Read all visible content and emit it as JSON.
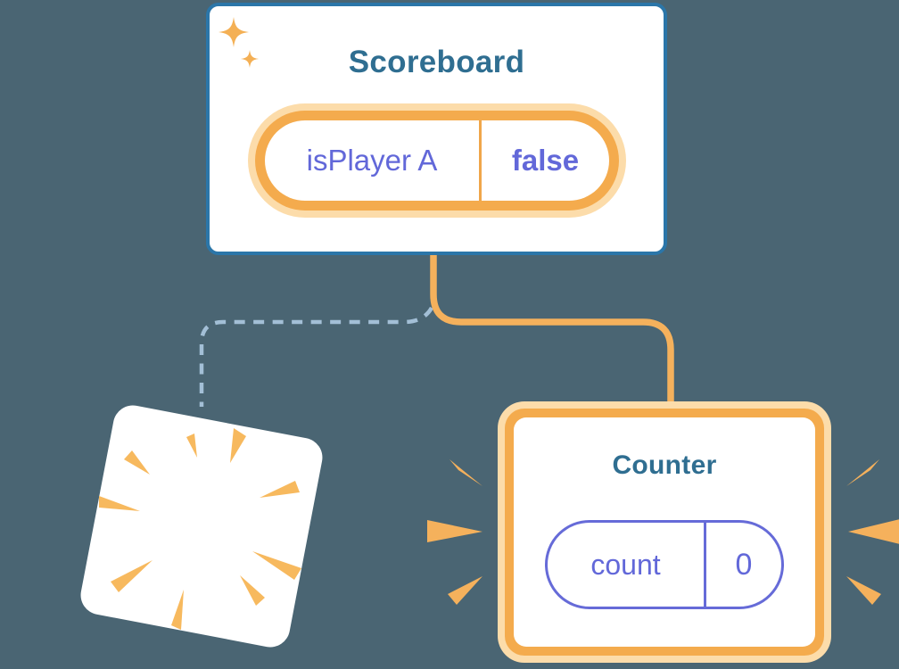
{
  "background_color": "#4a6573",
  "scoreboard": {
    "title": "Scoreboard",
    "state_pill": {
      "name": "isPlayer A",
      "value": "false"
    }
  },
  "counter": {
    "title": "Counter",
    "state_pill": {
      "name": "count",
      "value": "0"
    }
  },
  "icons": {
    "sparkle_icon": "state preserved sparkles",
    "poof_starburst_icon": "component removed burst",
    "emphasis_rays_icon": "newly created component rays"
  },
  "colors": {
    "card_border_blue": "#2b76a9",
    "title_text": "#2f6e91",
    "state_text_purple": "#6268d9",
    "pill_border_orange": "#f4ab4d",
    "pill_glow_orange": "#fcdcaa",
    "connector_solid_orange": "#f5b15c",
    "connector_dashed_blue": "#a3bfd6",
    "burst_orange": "#f7b95e",
    "count_pill_border_purple": "#666bd8"
  }
}
